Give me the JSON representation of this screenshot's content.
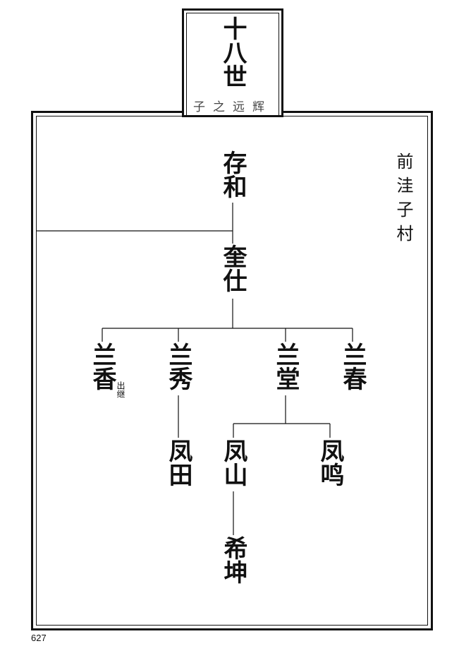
{
  "header": {
    "generation": "十八世",
    "generation_name": "子之远辉"
  },
  "village": "前洼子村",
  "people": {
    "cunhe": "存和",
    "kuishi": "奎仕",
    "lanxiang": "兰香",
    "lanxiu": "兰秀",
    "lantang": "兰堂",
    "lanchun": "兰春",
    "fengtian": "凤田",
    "fengshan": "凤山",
    "fengming": "凤鸣",
    "xikun": "希坤"
  },
  "notes": {
    "lanxiang": "出继"
  },
  "page_number": "627"
}
